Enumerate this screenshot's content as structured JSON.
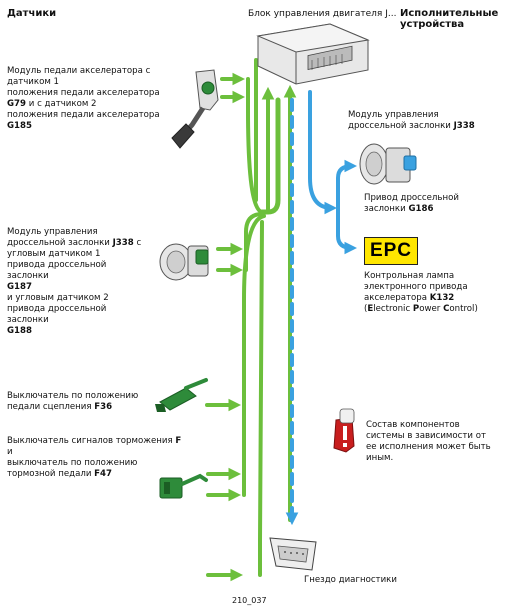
{
  "headers": {
    "sensors": "Датчики",
    "ecu": "Блок управления двигателя J...",
    "actuators_l1": "Исполнительные",
    "actuators_l2": "устройства"
  },
  "sensor_pedal": {
    "l1": "Модуль педали акселератора с",
    "l2": "датчиком 1",
    "l3": "положения педали акселератора",
    "l4_code": "G79",
    "l4_rest": " и с датчиком 2",
    "l5": "положения педали акселератора",
    "l6_code": "G185"
  },
  "sensor_throttle": {
    "l1": "Модуль управления",
    "l2_pre": "дроссельной заслонки ",
    "l2_code": "J338",
    "l2_post": " с",
    "l3": "угловым датчиком 1",
    "l4": "привода дроссельной",
    "l5": "заслонки",
    "l6_code": "G187",
    "l7": "и угловым датчиком 2",
    "l8": "привода дроссельной",
    "l9": "заслонки",
    "l10_code": "G188"
  },
  "sensor_clutch": {
    "l1": "Выключатель по положению",
    "l2_pre": "педали сцепления ",
    "l2_code": "F36"
  },
  "sensor_brake": {
    "l1_pre": "Выключатель сигналов торможения ",
    "l1_code": "F",
    "l2": "и",
    "l3": "выключатель по положению",
    "l4_pre": "тормозной педали ",
    "l4_code": "F47"
  },
  "actuator_throttle": {
    "l1": "Модуль управления",
    "l2_pre": "дроссельной заслонки ",
    "l2_code": "J338"
  },
  "actuator_drive": {
    "l1": "Привод дроссельной",
    "l2_pre": "заслонки ",
    "l2_code": "G186"
  },
  "epc": {
    "badge": "EPC",
    "l1": "Контрольная лампа",
    "l2": "электронного привода",
    "l3_pre": "акселератора ",
    "l3_code": "K132",
    "l4_a": "(",
    "l4_E": "E",
    "l4_b": "lectronic ",
    "l4_P": "P",
    "l4_c": "ower ",
    "l4_C": "C",
    "l4_d": "ontrol)"
  },
  "note": {
    "l1": "Состав компонентов",
    "l2": "системы в зависимости от",
    "l3": "ее исполнения может быть",
    "l4": "иным."
  },
  "diag_socket": "Гнездо диагностики",
  "figure_id": "210_037",
  "colors": {
    "green_line": "#6cbf3c",
    "blue_line": "#3aa1e0",
    "epc_yellow": "#ffe600",
    "component_green": "#2e8b3a",
    "note_red": "#c81e1e"
  }
}
